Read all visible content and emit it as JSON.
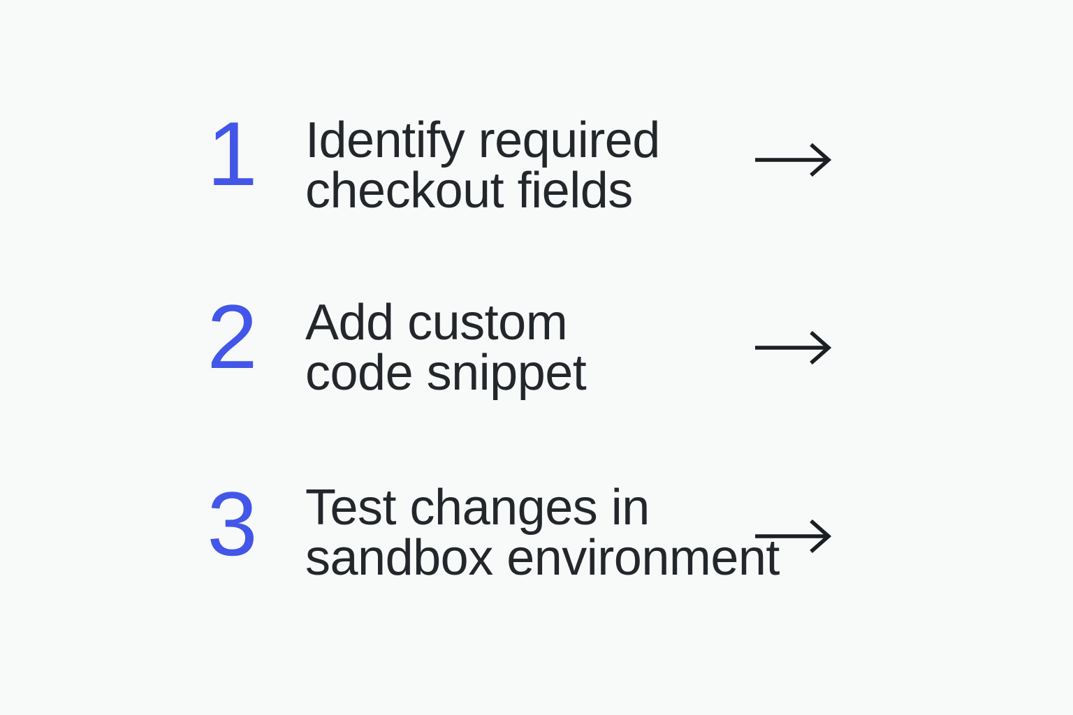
{
  "colors": {
    "background": "#F8F9F9",
    "accent_blue": "#4256E8",
    "text": "#23272B",
    "arrow": "#1B1E22"
  },
  "icons": {
    "arrow_right": "→"
  },
  "steps": [
    {
      "number": "1",
      "line1": "Identify required",
      "line2": "checkout fields"
    },
    {
      "number": "2",
      "line1": "Add custom",
      "line2": "code snippet"
    },
    {
      "number": "3",
      "line1": "Test changes in",
      "line2": "sandbox environment"
    }
  ]
}
